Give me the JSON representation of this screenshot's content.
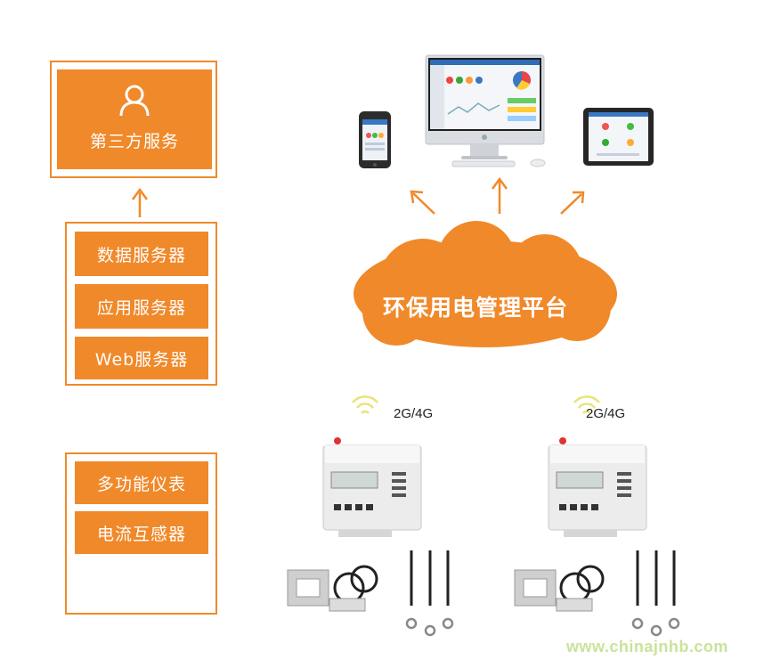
{
  "left_column": {
    "third_party": {
      "label": "第三方服务",
      "icon": "user-icon"
    },
    "servers": [
      "数据服务器",
      "应用服务器",
      "Web服务器"
    ],
    "devices": [
      "多功能仪表",
      "电流互感器"
    ]
  },
  "cloud": {
    "label": "环保用电管理平台"
  },
  "network": {
    "left_label": "2G/4G",
    "right_label": "2G/4G",
    "icon": "wifi-icon"
  },
  "watermark": "www.chinajnhb.com",
  "colors": {
    "accent": "#f0892a",
    "watermark": "#c9e39a"
  }
}
